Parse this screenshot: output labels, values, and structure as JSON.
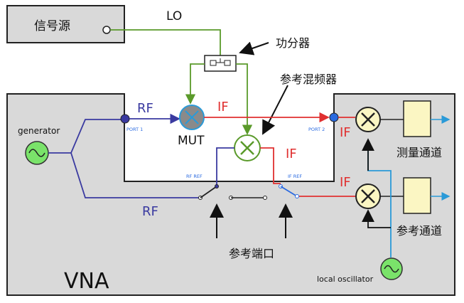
{
  "labels": {
    "signal_source": "信号源",
    "lo": "LO",
    "power_divider": "功分器",
    "ref_mixer": "参考混频器",
    "rf_top": "RF",
    "if_top": "IF",
    "mut": "MUT",
    "port1": "PORT 1",
    "port2": "PORT 2",
    "generator": "generator",
    "if_mid": "IF",
    "if_right_top": "IF",
    "measure_channel": "测量通道",
    "rf_ref": "RF REF",
    "if_ref": "IF REF",
    "if_right_bottom": "IF",
    "rf_bottom": "RF",
    "ref_channel": "参考通道",
    "ref_port": "参考端口",
    "vna": "VNA",
    "local_oscillator": "local oscillator"
  },
  "colors": {
    "green_line": "#5a9a2a",
    "red_line": "#e03030",
    "blue_line": "#3a3aa0",
    "cyan_line": "#2a9ad8",
    "box_fill": "#d8d8d8",
    "yellow_fill": "#fbf6c3",
    "green_fill": "#7ae36a"
  },
  "icons": {
    "mixer": "circle-x-icon",
    "generator": "sine-wave-icon",
    "power_divider": "splitter-icon"
  }
}
